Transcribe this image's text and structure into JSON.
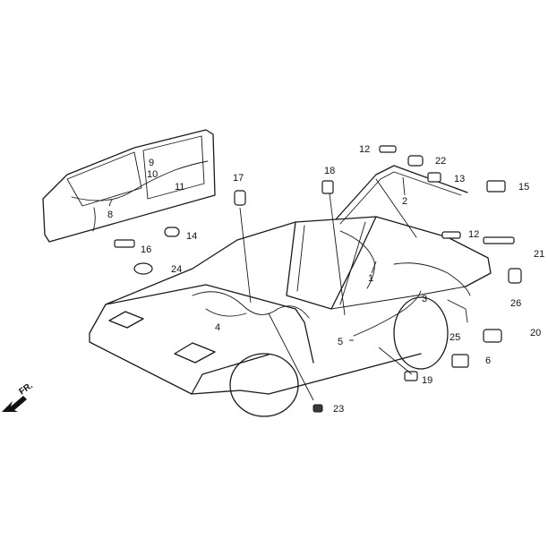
{
  "diagram": {
    "callouts": [
      "1",
      "2",
      "3",
      "4",
      "5",
      "6",
      "7",
      "8",
      "9",
      "10",
      "11",
      "12",
      "12",
      "13",
      "14",
      "15",
      "16",
      "17",
      "18",
      "19",
      "20",
      "21",
      "22",
      "23",
      "24",
      "25",
      "26"
    ],
    "front_indicator": "FR."
  }
}
